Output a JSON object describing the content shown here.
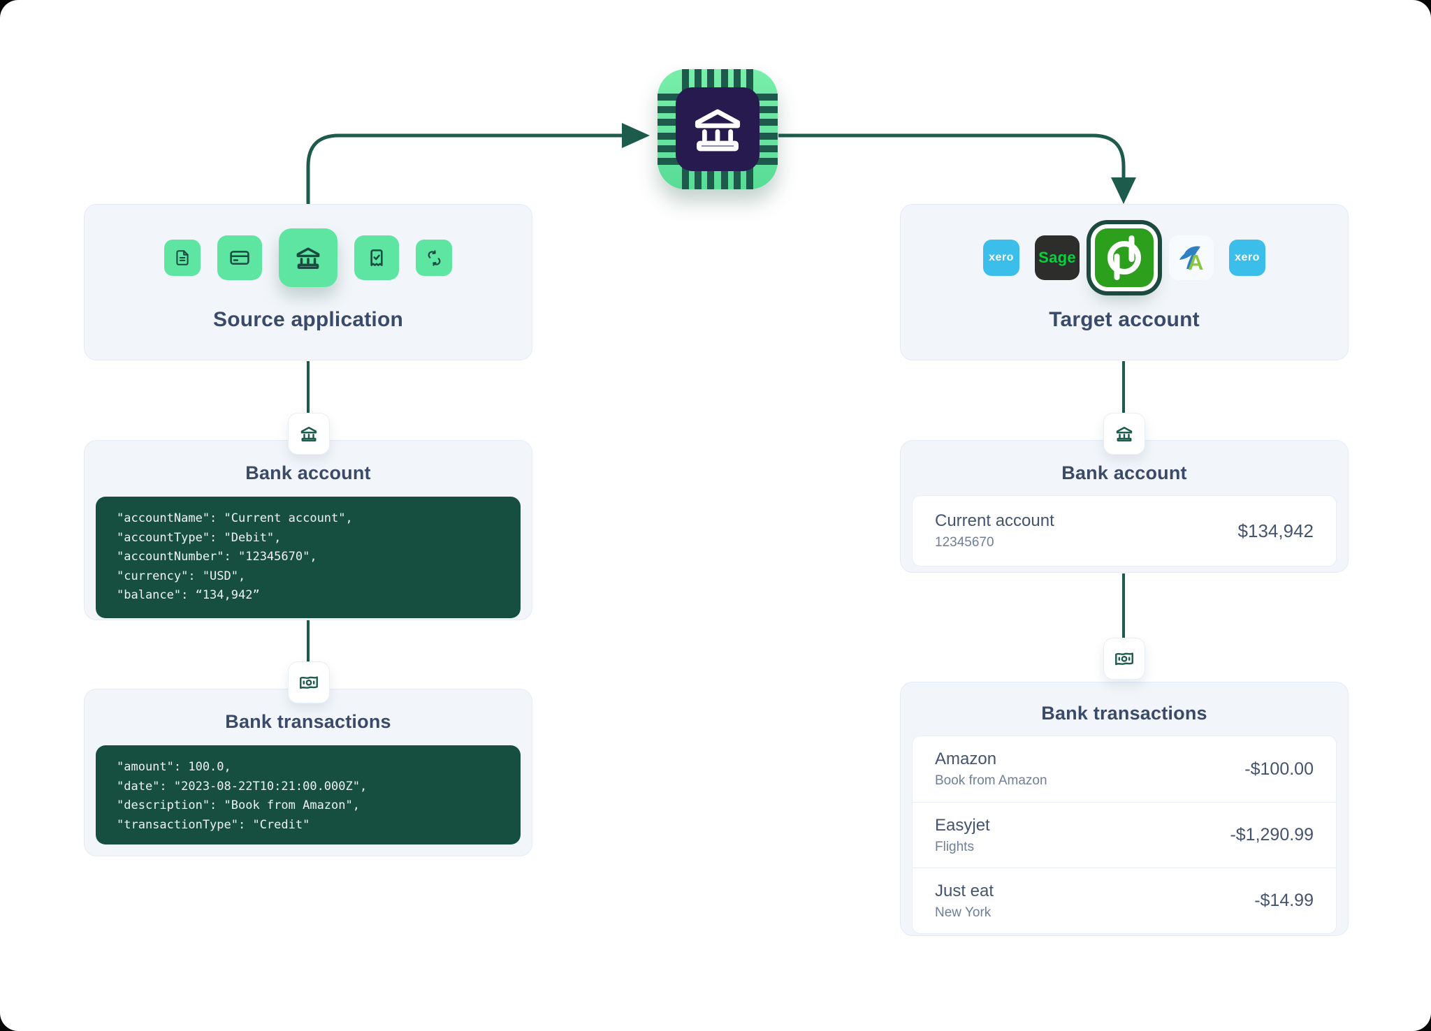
{
  "diagram": {
    "hub": {
      "icon": "bank-chip"
    },
    "source_panel": {
      "title": "Source application",
      "icons": [
        "document",
        "card-payment",
        "bank-account",
        "receipt-check",
        "sync"
      ]
    },
    "target_panel": {
      "title": "Target account",
      "apps": [
        {
          "name": "Xero",
          "label": "xero"
        },
        {
          "name": "Sage",
          "label": "Sage"
        },
        {
          "name": "QuickBooks",
          "label": ""
        },
        {
          "name": "FreeAgent",
          "label": "A"
        },
        {
          "name": "Xero",
          "label": "xero"
        }
      ]
    },
    "source_bank_account": {
      "title": "Bank account",
      "icon": "bank",
      "code_lines": [
        "\"accountName\": \"Current account\",",
        "\"accountType\": \"Debit\",",
        "\"accountNumber\": \"12345670\",",
        "\"currency\": \"USD\",",
        "\"balance\": “134,942”"
      ]
    },
    "source_bank_transactions": {
      "title": "Bank transactions",
      "icon": "banknote",
      "code_lines": [
        "\"amount\": 100.0,",
        "\"date\": \"2023-08-22T10:21:00.000Z\",",
        "\"description\": \"Book from Amazon\",",
        "\"transactionType\": \"Credit\""
      ]
    },
    "target_bank_account": {
      "title": "Bank account",
      "icon": "bank",
      "account": {
        "name": "Current account",
        "number": "12345670",
        "balance": "$134,942"
      }
    },
    "target_bank_transactions": {
      "title": "Bank transactions",
      "icon": "banknote",
      "rows": [
        {
          "name": "Amazon",
          "description": "Book from Amazon",
          "amount": "-$100.00"
        },
        {
          "name": "Easyjet",
          "description": "Flights",
          "amount": "-$1,290.99"
        },
        {
          "name": "Just eat",
          "description": "New York",
          "amount": "-$14.99"
        }
      ]
    },
    "colors": {
      "connector": "#1d5b4c",
      "code_background": "#164f40",
      "panel_background": "#f2f6fa",
      "tile_green": "#5fe5a2",
      "chip_green": "#68e6a1",
      "chip_core": "#271a4e",
      "xero_blue": "#3cbeeb",
      "sage_dark": "#2d2d2b",
      "sage_green": "#00d639",
      "quickbooks_green": "#2ca01c",
      "freeagent_green": "#8bc53f",
      "freeagent_blue": "#2f80c3"
    }
  }
}
